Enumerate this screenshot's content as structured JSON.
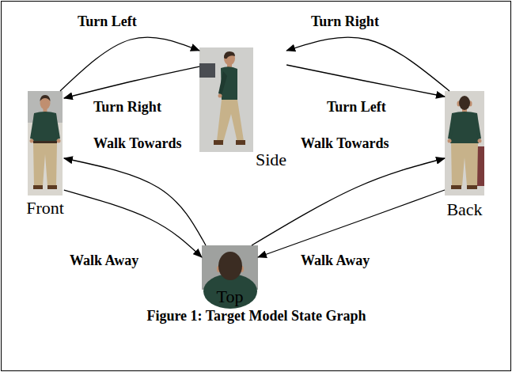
{
  "diagram": {
    "caption": "Figure 1: Target Model State Graph",
    "nodes": [
      {
        "text": [
          "Side"
        ]
      },
      {
        "text": [
          "Front"
        ]
      },
      {
        "text": [
          "Back"
        ]
      },
      {
        "text": [
          "Top"
        ]
      }
    ],
    "edges": [
      {
        "from": 1,
        "to": 0,
        "arrow": "to",
        "label": "Turn Left"
      },
      {
        "from": 0,
        "to": 1,
        "arrow": "to",
        "label": "Turn Right"
      },
      {
        "from": 2,
        "to": 0,
        "arrow": "to",
        "label": "Turn Right"
      },
      {
        "from": 0,
        "to": 2,
        "arrow": "to",
        "label": "Turn Left"
      },
      {
        "from": 3,
        "to": 1,
        "arrow": "to",
        "label": "Walk Towards"
      },
      {
        "from": 1,
        "to": 3,
        "arrow": "to",
        "label": "Walk Away"
      },
      {
        "from": 3,
        "to": 2,
        "arrow": "to",
        "label": "Walk Towards"
      },
      {
        "from": 2,
        "to": 3,
        "arrow": "to",
        "label": "Walk Away"
      }
    ]
  }
}
